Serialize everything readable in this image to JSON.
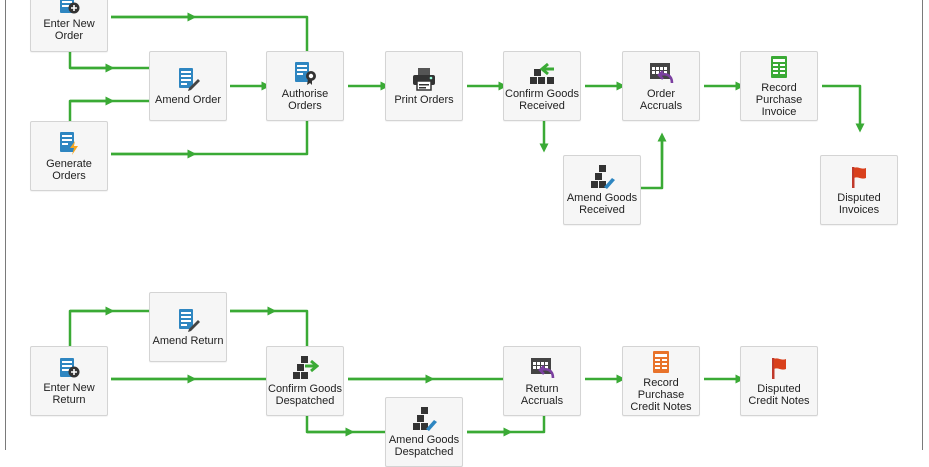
{
  "colors": {
    "connector": "#3aaa35",
    "node_bg": "#f6f6f6",
    "node_border": "#d4d4d4"
  },
  "purchase_flow": {
    "enter_new_order": {
      "label": "Enter New\nOrder",
      "icon": "ledger-add-icon"
    },
    "amend_order": {
      "label": "Amend Order",
      "icon": "ledger-edit-icon"
    },
    "generate_orders": {
      "label": "Generate\nOrders",
      "icon": "ledger-lightning-icon"
    },
    "authorise_orders": {
      "label": "Authorise\nOrders",
      "icon": "ledger-rosette-icon"
    },
    "print_orders": {
      "label": "Print Orders",
      "icon": "printer-icon"
    },
    "confirm_goods_received": {
      "label": "Confirm Goods\nReceived",
      "icon": "boxes-arrow-in-icon"
    },
    "amend_goods_received": {
      "label": "Amend Goods\nReceived",
      "icon": "boxes-edit-icon"
    },
    "order_accruals": {
      "label": "Order\nAccruals",
      "icon": "calendar-undo-icon"
    },
    "record_purchase_invoice": {
      "label": "Record\nPurchase\nInvoice",
      "icon": "green-ledger-icon"
    },
    "disputed_invoices": {
      "label": "Disputed\nInvoices",
      "icon": "red-flag-icon"
    }
  },
  "return_flow": {
    "enter_new_return": {
      "label": "Enter New\nReturn",
      "icon": "ledger-add-icon"
    },
    "amend_return": {
      "label": "Amend Return",
      "icon": "ledger-edit-icon"
    },
    "confirm_goods_despatched": {
      "label": "Confirm Goods\nDespatched",
      "icon": "boxes-arrow-out-icon"
    },
    "amend_goods_despatched": {
      "label": "Amend Goods\nDespatched",
      "icon": "boxes-edit-icon"
    },
    "return_accruals": {
      "label": "Return\nAccruals",
      "icon": "calendar-undo-icon"
    },
    "record_purchase_credit_notes": {
      "label": "Record\nPurchase\nCredit Notes",
      "icon": "orange-ledger-icon"
    },
    "disputed_credit_notes": {
      "label": "Disputed\nCredit Notes",
      "icon": "red-flag-icon"
    }
  }
}
